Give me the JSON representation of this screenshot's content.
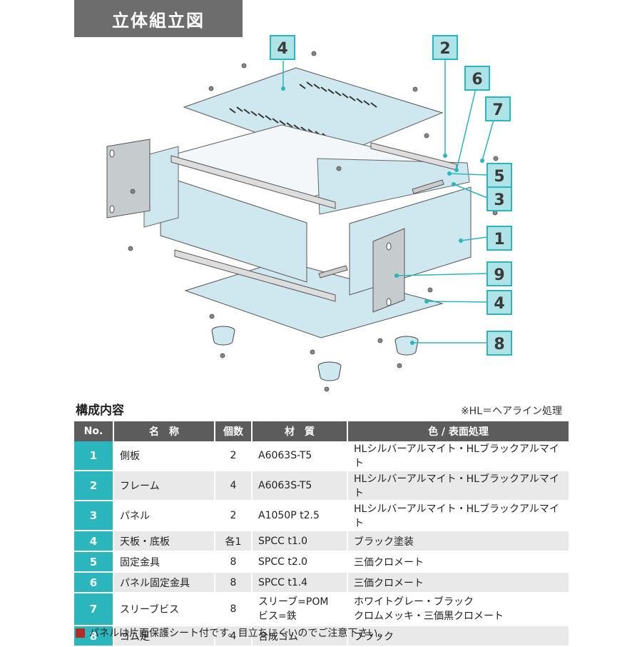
{
  "header": {
    "title": "立体組立図"
  },
  "callouts": [
    {
      "id": "callout-4-top",
      "label": "4"
    },
    {
      "id": "callout-2",
      "label": "2"
    },
    {
      "id": "callout-6",
      "label": "6"
    },
    {
      "id": "callout-7",
      "label": "7"
    },
    {
      "id": "callout-5",
      "label": "5"
    },
    {
      "id": "callout-3",
      "label": "3"
    },
    {
      "id": "callout-1",
      "label": "1"
    },
    {
      "id": "callout-9",
      "label": "9"
    },
    {
      "id": "callout-4-bottom",
      "label": "4"
    },
    {
      "id": "callout-8",
      "label": "8"
    }
  ],
  "colors": {
    "accent": "#2bb5bd",
    "panel": "#cfe7ef",
    "header_bg": "#5c5c5c",
    "footnote_mark": "#b52b27"
  },
  "composition": {
    "title": "構成内容",
    "note": "※HL＝ヘアライン処理",
    "headers": [
      "No.",
      "名　称",
      "個数",
      "材　質",
      "色 / 表面処理"
    ],
    "rows": [
      {
        "no": "1",
        "name": "側板",
        "qty": "2",
        "material": "A6063S-T5",
        "finish": "HLシルバーアルマイト・HLブラックアルマイト"
      },
      {
        "no": "2",
        "name": "フレーム",
        "qty": "4",
        "material": "A6063S-T5",
        "finish": "HLシルバーアルマイト・HLブラックアルマイト"
      },
      {
        "no": "3",
        "name": "パネル",
        "qty": "2",
        "material": "A1050P t2.5",
        "finish": "HLシルバーアルマイト・HLブラックアルマイト"
      },
      {
        "no": "4",
        "name": "天板・底板",
        "qty": "各1",
        "material": "SPCC t1.0",
        "finish": "ブラック塗装"
      },
      {
        "no": "5",
        "name": "固定金具",
        "qty": "8",
        "material": "SPCC t2.0",
        "finish": "三価クロメート"
      },
      {
        "no": "6",
        "name": "パネル固定金具",
        "qty": "8",
        "material": "SPCC t1.4",
        "finish": "三価クロメート"
      },
      {
        "no": "7",
        "name": "スリーブビス",
        "qty": "8",
        "material_lines": [
          "スリーブ=POM",
          "ビス=鉄"
        ],
        "finish_lines": [
          "ホワイトグレー・ブラック",
          "クロムメッキ・三価黒クロメート"
        ]
      },
      {
        "no": "8",
        "name": "ゴム足",
        "qty": "4",
        "material": "合成ゴム",
        "finish": "ブラック"
      }
    ]
  },
  "footnote": "パネルは片面保護シート付です。目立ちにくいのでご注意下さい。"
}
